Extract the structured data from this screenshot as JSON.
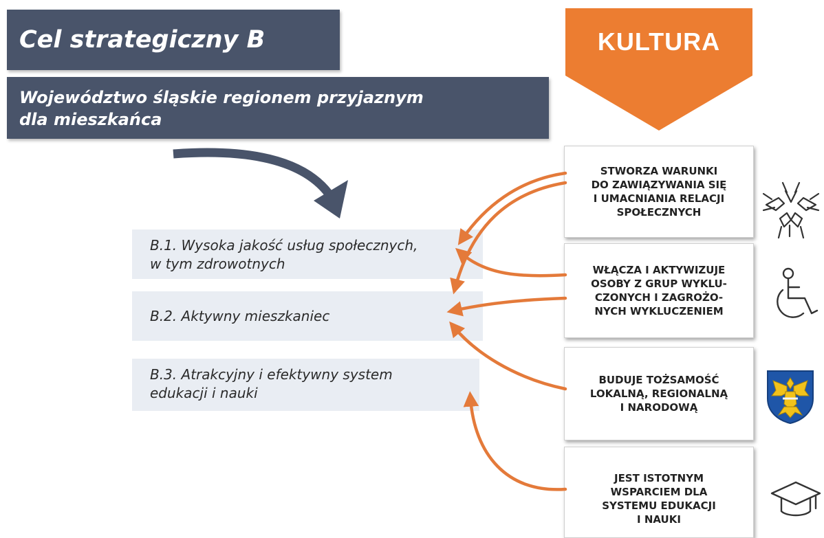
{
  "header": {
    "title": "Cel strategiczny B",
    "subtitle_line1": "Województwo śląskie regionem przyjaznym",
    "subtitle_line2": "dla mieszkańca"
  },
  "kultura": {
    "label": "KULTURA",
    "color": "#ec7d31"
  },
  "goals": [
    {
      "line1": "B.1. Wysoka jakość usług społecznych,",
      "line2": "w tym zdrowotnych"
    },
    {
      "line1": "B.2. Aktywny mieszkaniec",
      "line2": ""
    },
    {
      "line1": "B.3. Atrakcyjny i efektywny system",
      "line2": "edukacji i nauki"
    }
  ],
  "roles": [
    {
      "lines": [
        "STWORZA WARUNKI",
        "DO ZAWIĄZYWANIA SIĘ",
        "I UMACNIANIA RELACJI",
        "SPOŁECZNYCH"
      ],
      "icon": "hands-circle-icon"
    },
    {
      "lines": [
        "WŁĄCZA I AKTYWIZUJE",
        "OSOBY Z GRUP WYKLU-",
        "CZONYCH I ZAGROŻO-",
        "NYCH WYKLUCZENIEM"
      ],
      "icon": "wheelchair-icon"
    },
    {
      "lines": [
        "BUDUJE TOŻSAMOŚĆ",
        "LOKALNĄ, REGIONALNĄ",
        "I NARODOWĄ"
      ],
      "icon": "silesia-coat-of-arms-icon"
    },
    {
      "lines": [
        "JEST ISTOTNYM",
        "WSPARCIEM DLA",
        "SYSTEMU EDUKACJI",
        "I NAUKI"
      ],
      "icon": "graduation-cap-icon"
    }
  ],
  "colors": {
    "banner": "#49546a",
    "accent": "#ec7d31",
    "goal_bg": "#e9edf3"
  }
}
